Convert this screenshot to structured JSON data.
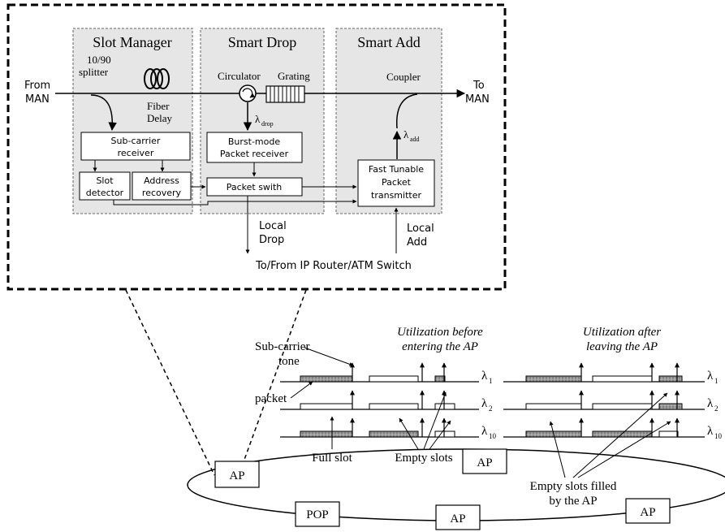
{
  "detail_box": {
    "sections": {
      "slot_manager": "Slot Manager",
      "smart_drop": "Smart Drop",
      "smart_add": "Smart Add"
    },
    "io": {
      "from": "From",
      "from_sub": "MAN",
      "to": "To",
      "to_sub": "MAN"
    },
    "components": {
      "splitter_line1": "10/90",
      "splitter_line2": "splitter",
      "fiber_line1": "Fiber",
      "fiber_line2": "Delay",
      "circulator": "Circulator",
      "grating": "Grating",
      "coupler": "Coupler",
      "lambda_drop": "λ",
      "lambda_drop_sub": "drop",
      "lambda_add": "λ",
      "lambda_add_sub": "add",
      "subcarrier_line1": "Sub-carrier",
      "subcarrier_line2": "receiver",
      "burst_line1": "Burst-mode",
      "burst_line2": "Packet receiver",
      "slot_det_line1": "Slot",
      "slot_det_line2": "detector",
      "addr_line1": "Address",
      "addr_line2": "recovery",
      "packet_switch": "Packet swith",
      "tx_line1": "Fast Tunable",
      "tx_line2": "Packet",
      "tx_line3": "transmitter",
      "local_drop_line1": "Local",
      "local_drop_line2": "Drop",
      "local_add_line1": "Local",
      "local_add_line2": "Add",
      "router": "To/From IP Router/ATM Switch"
    }
  },
  "ring": {
    "nodes": [
      "AP",
      "POP",
      "AP",
      "AP",
      "AP"
    ]
  },
  "utilization": {
    "before_line1": "Utilization before",
    "before_line2": "entering the AP",
    "after_line1": "Utilization after",
    "after_line2": "leaving the AP",
    "lambda": "λ",
    "wavelength_subs": [
      "1",
      "2",
      "10"
    ],
    "labels": {
      "subcarrier_line1": "Sub-carrier",
      "subcarrier_line2": "tone",
      "packet": "packet",
      "full_slot": "Full slot",
      "empty_slots": "Empty slots",
      "filled_line1": "Empty slots filled",
      "filled_line2": "by the AP"
    }
  }
}
